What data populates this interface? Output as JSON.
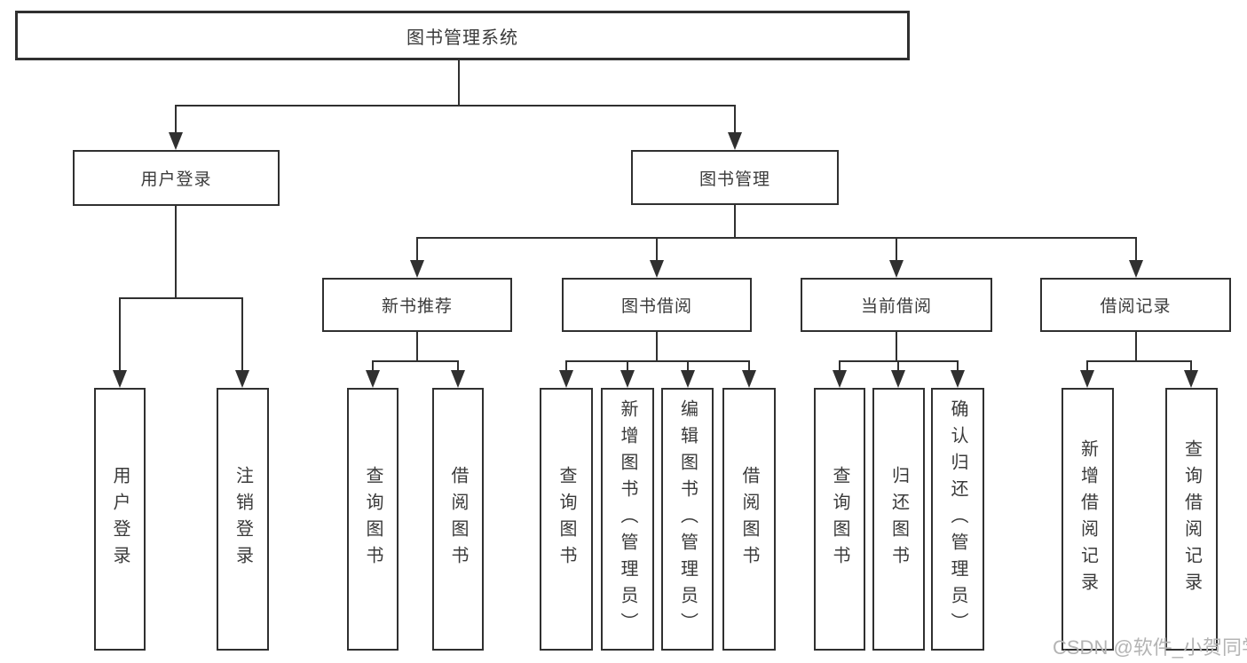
{
  "diagram": {
    "root": {
      "label": "图书管理系统"
    },
    "level2": [
      {
        "label": "用户登录"
      },
      {
        "label": "图书管理"
      }
    ],
    "level3": [
      {
        "label": "新书推荐"
      },
      {
        "label": "图书借阅"
      },
      {
        "label": "当前借阅"
      },
      {
        "label": "借阅记录"
      }
    ],
    "leaves": {
      "user_login": [
        "用户登录",
        "注销登录"
      ],
      "new_book_recommend": [
        "查询图书",
        "借阅图书"
      ],
      "book_borrow": [
        "查询图书",
        "新增图书（管理员）",
        "编辑图书（管理员）",
        "借阅图书"
      ],
      "current_borrow": [
        "查询图书",
        "归还图书",
        "确认归还（管理员）"
      ],
      "borrow_record": [
        "新增借阅记录",
        "查询借阅记录"
      ]
    }
  },
  "watermark": {
    "text": "CSDN @软件_小贺同学"
  },
  "colors": {
    "line": "#303030",
    "text": "#3a3a3a",
    "watermark": "#b4b4b4",
    "background": "#ffffff"
  }
}
